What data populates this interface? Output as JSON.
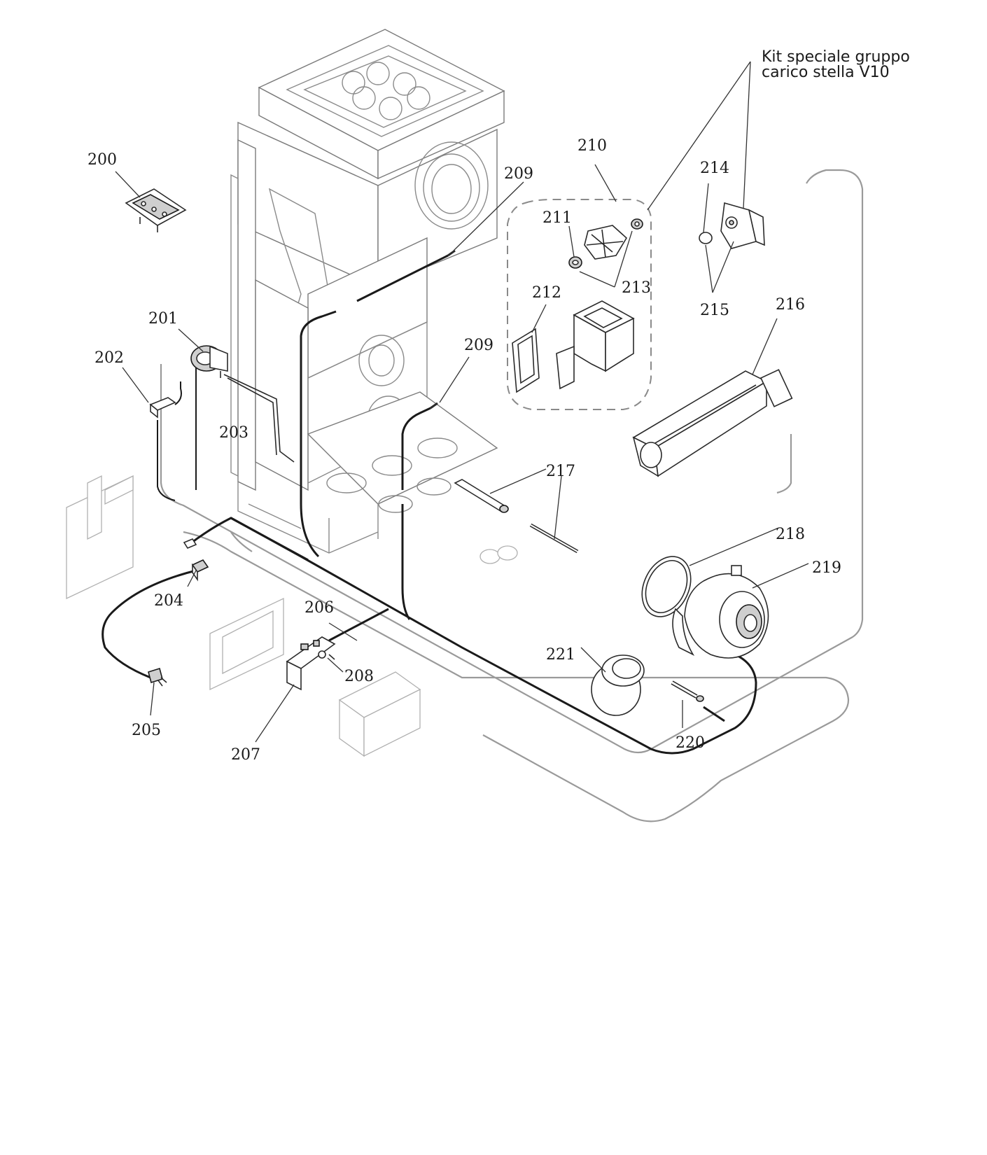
{
  "diagram": {
    "kit_label_line1": "Kit speciale gruppo",
    "kit_label_line2": "carico stella V10",
    "labels": {
      "p200": "200",
      "p201": "201",
      "p202": "202",
      "p203": "203",
      "p204": "204",
      "p205": "205",
      "p206": "206",
      "p207": "207",
      "p208": "208",
      "p209a": "209",
      "p209b": "209",
      "p210": "210",
      "p211": "211",
      "p212": "212",
      "p213": "213",
      "p214": "214",
      "p215": "215",
      "p216": "216",
      "p217": "217",
      "p218": "218",
      "p219": "219",
      "p220": "220",
      "p221": "221"
    }
  }
}
